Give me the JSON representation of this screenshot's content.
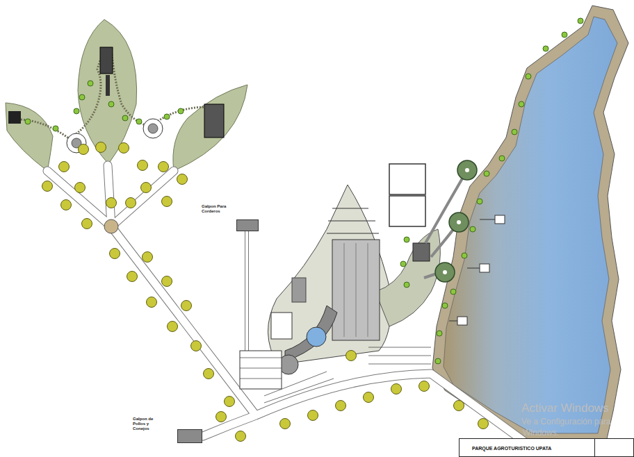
{
  "diagram": {
    "title": "PARQUE AGROTURISTICO UPATA",
    "nodes": [
      {
        "text": [
          "Galpon Para Corderos"
        ]
      },
      {
        "text": [
          "Galpon de Pollos y Conejos"
        ]
      }
    ],
    "labels": [
      "Activar Windows",
      "Ve a Configuración para",
      "Windows."
    ]
  }
}
